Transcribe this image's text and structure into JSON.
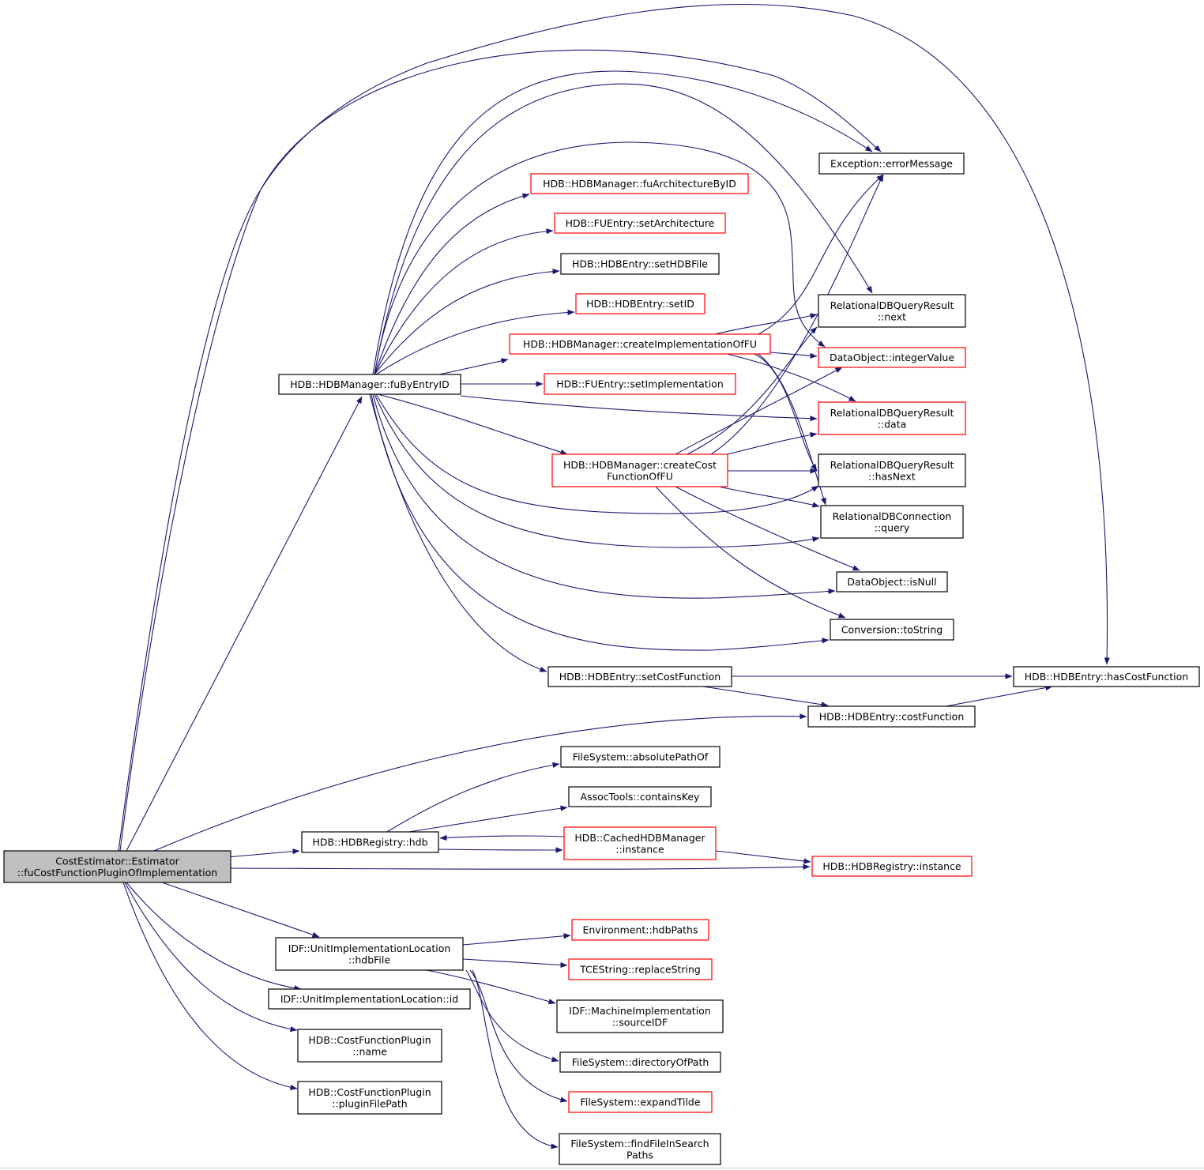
{
  "colors": {
    "edge": "#191970",
    "box_border": "#000000",
    "box_border_red": "#ff0000",
    "root_fill": "#bfbfbf"
  },
  "nodes": [
    {
      "id": "root",
      "lines": [
        "CostEstimator::Estimator",
        "::fuCostFunctionPluginOfImplementation"
      ],
      "style": "root"
    },
    {
      "id": "fuByEntryID",
      "lines": [
        "HDB::HDBManager::fuByEntryID"
      ],
      "style": "black"
    },
    {
      "id": "errorMessage",
      "lines": [
        "Exception::errorMessage"
      ],
      "style": "black"
    },
    {
      "id": "fuArchitectureByID",
      "lines": [
        "HDB::HDBManager::fuArchitectureByID"
      ],
      "style": "red"
    },
    {
      "id": "setArchitecture",
      "lines": [
        "HDB::FUEntry::setArchitecture"
      ],
      "style": "red"
    },
    {
      "id": "setHDBFile",
      "lines": [
        "HDB::HDBEntry::setHDBFile"
      ],
      "style": "black"
    },
    {
      "id": "setID",
      "lines": [
        "HDB::HDBEntry::setID"
      ],
      "style": "red"
    },
    {
      "id": "createImplementationOfFU",
      "lines": [
        "HDB::HDBManager::createImplementationOfFU"
      ],
      "style": "red"
    },
    {
      "id": "setImplementation",
      "lines": [
        "HDB::FUEntry::setImplementation"
      ],
      "style": "red"
    },
    {
      "id": "createCostFunctionOfFU",
      "lines": [
        "HDB::HDBManager::createCost",
        "FunctionOfFU"
      ],
      "style": "red"
    },
    {
      "id": "next",
      "lines": [
        "RelationalDBQueryResult",
        "::next"
      ],
      "style": "black"
    },
    {
      "id": "integerValue",
      "lines": [
        "DataObject::integerValue"
      ],
      "style": "red"
    },
    {
      "id": "data",
      "lines": [
        "RelationalDBQueryResult",
        "::data"
      ],
      "style": "red"
    },
    {
      "id": "hasNext",
      "lines": [
        "RelationalDBQueryResult",
        "::hasNext"
      ],
      "style": "black"
    },
    {
      "id": "query",
      "lines": [
        "RelationalDBConnection",
        "::query"
      ],
      "style": "black"
    },
    {
      "id": "isNull",
      "lines": [
        "DataObject::isNull"
      ],
      "style": "black"
    },
    {
      "id": "toString",
      "lines": [
        "Conversion::toString"
      ],
      "style": "black"
    },
    {
      "id": "setCostFunction",
      "lines": [
        "HDB::HDBEntry::setCostFunction"
      ],
      "style": "black"
    },
    {
      "id": "hasCostFunction",
      "lines": [
        "HDB::HDBEntry::hasCostFunction"
      ],
      "style": "black"
    },
    {
      "id": "costFunction",
      "lines": [
        "HDB::HDBEntry::costFunction"
      ],
      "style": "black"
    },
    {
      "id": "absolutePathOf",
      "lines": [
        "FileSystem::absolutePathOf"
      ],
      "style": "black"
    },
    {
      "id": "containsKey",
      "lines": [
        "AssocTools::containsKey"
      ],
      "style": "black"
    },
    {
      "id": "hdb",
      "lines": [
        "HDB::HDBRegistry::hdb"
      ],
      "style": "black"
    },
    {
      "id": "cachedInstance",
      "lines": [
        "HDB::CachedHDBManager",
        "::instance"
      ],
      "style": "red"
    },
    {
      "id": "registryInstance",
      "lines": [
        "HDB::HDBRegistry::instance"
      ],
      "style": "red"
    },
    {
      "id": "hdbFile",
      "lines": [
        "IDF::UnitImplementationLocation",
        "::hdbFile"
      ],
      "style": "black"
    },
    {
      "id": "hdbPaths",
      "lines": [
        "Environment::hdbPaths"
      ],
      "style": "red"
    },
    {
      "id": "replaceString",
      "lines": [
        "TCEString::replaceString"
      ],
      "style": "red"
    },
    {
      "id": "locId",
      "lines": [
        "IDF::UnitImplementationLocation::id"
      ],
      "style": "black"
    },
    {
      "id": "sourceIDF",
      "lines": [
        "IDF::MachineImplementation",
        "::sourceIDF"
      ],
      "style": "black"
    },
    {
      "id": "pluginName",
      "lines": [
        "HDB::CostFunctionPlugin",
        "::name"
      ],
      "style": "black"
    },
    {
      "id": "directoryOfPath",
      "lines": [
        "FileSystem::directoryOfPath"
      ],
      "style": "black"
    },
    {
      "id": "expandTilde",
      "lines": [
        "FileSystem::expandTilde"
      ],
      "style": "red"
    },
    {
      "id": "pluginFilePath",
      "lines": [
        "HDB::CostFunctionPlugin",
        "::pluginFilePath"
      ],
      "style": "black"
    },
    {
      "id": "findFileInSearchPaths",
      "lines": [
        "FileSystem::findFileInSearch",
        "Paths"
      ],
      "style": "black"
    }
  ],
  "edges": [
    [
      "root",
      "fuByEntryID"
    ],
    [
      "root",
      "errorMessage"
    ],
    [
      "root",
      "hasCostFunction"
    ],
    [
      "root",
      "costFunction"
    ],
    [
      "root",
      "hdb"
    ],
    [
      "root",
      "registryInstance"
    ],
    [
      "root",
      "hdbFile"
    ],
    [
      "root",
      "locId"
    ],
    [
      "root",
      "pluginName"
    ],
    [
      "root",
      "pluginFilePath"
    ],
    [
      "fuByEntryID",
      "errorMessage"
    ],
    [
      "fuByEntryID",
      "fuArchitectureByID"
    ],
    [
      "fuByEntryID",
      "setArchitecture"
    ],
    [
      "fuByEntryID",
      "setHDBFile"
    ],
    [
      "fuByEntryID",
      "setID"
    ],
    [
      "fuByEntryID",
      "createImplementationOfFU"
    ],
    [
      "fuByEntryID",
      "setImplementation"
    ],
    [
      "fuByEntryID",
      "createCostFunctionOfFU"
    ],
    [
      "fuByEntryID",
      "next"
    ],
    [
      "fuByEntryID",
      "integerValue"
    ],
    [
      "fuByEntryID",
      "data"
    ],
    [
      "fuByEntryID",
      "hasNext"
    ],
    [
      "fuByEntryID",
      "query"
    ],
    [
      "fuByEntryID",
      "isNull"
    ],
    [
      "fuByEntryID",
      "toString"
    ],
    [
      "fuByEntryID",
      "setCostFunction"
    ],
    [
      "createImplementationOfFU",
      "errorMessage"
    ],
    [
      "createImplementationOfFU",
      "next"
    ],
    [
      "createImplementationOfFU",
      "integerValue"
    ],
    [
      "createImplementationOfFU",
      "data"
    ],
    [
      "createImplementationOfFU",
      "hasNext"
    ],
    [
      "createImplementationOfFU",
      "query"
    ],
    [
      "createCostFunctionOfFU",
      "errorMessage"
    ],
    [
      "createCostFunctionOfFU",
      "next"
    ],
    [
      "createCostFunctionOfFU",
      "integerValue"
    ],
    [
      "createCostFunctionOfFU",
      "data"
    ],
    [
      "createCostFunctionOfFU",
      "hasNext"
    ],
    [
      "createCostFunctionOfFU",
      "query"
    ],
    [
      "createCostFunctionOfFU",
      "isNull"
    ],
    [
      "createCostFunctionOfFU",
      "toString"
    ],
    [
      "setCostFunction",
      "hasCostFunction"
    ],
    [
      "setCostFunction",
      "costFunction"
    ],
    [
      "costFunction",
      "hasCostFunction"
    ],
    [
      "hdb",
      "absolutePathOf"
    ],
    [
      "hdb",
      "containsKey"
    ],
    [
      "hdb",
      "cachedInstance"
    ],
    [
      "cachedInstance",
      "hdb"
    ],
    [
      "cachedInstance",
      "registryInstance"
    ],
    [
      "hdbFile",
      "hdbPaths"
    ],
    [
      "hdbFile",
      "replaceString"
    ],
    [
      "hdbFile",
      "sourceIDF"
    ],
    [
      "hdbFile",
      "directoryOfPath"
    ],
    [
      "hdbFile",
      "expandTilde"
    ],
    [
      "hdbFile",
      "findFileInSearchPaths"
    ]
  ]
}
